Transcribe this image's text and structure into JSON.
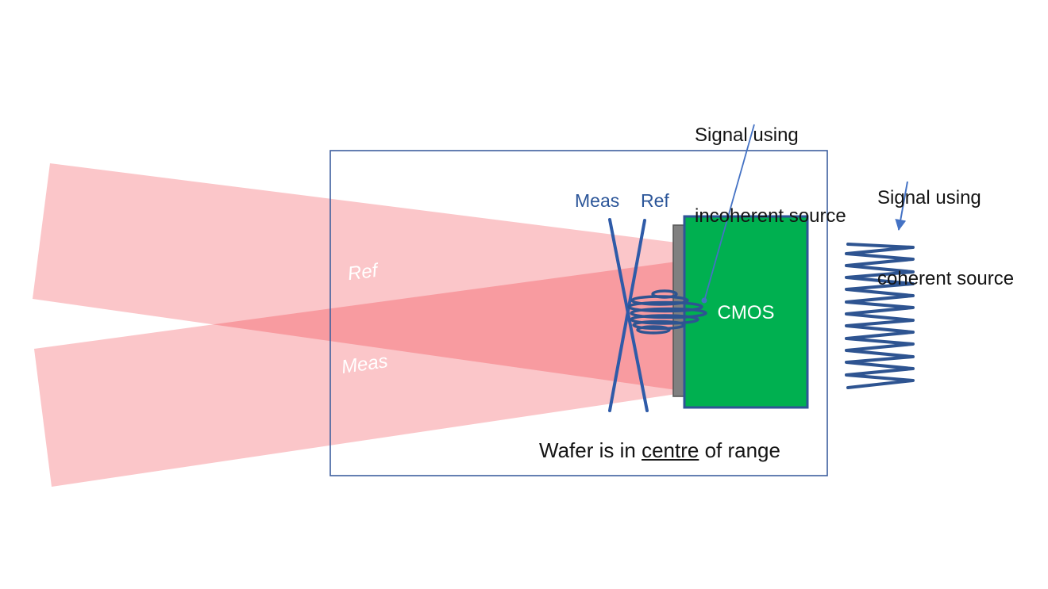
{
  "diagram": {
    "title_caption": {
      "prefix": "Wafer is in ",
      "underlined": "centre",
      "suffix": " of range"
    },
    "annotations": {
      "incoherent_line1": "Signal using",
      "incoherent_line2": "incoherent source",
      "coherent_line1": "Signal using",
      "coherent_line2": "coherent source"
    },
    "beams": {
      "upper_label": "Ref",
      "lower_label": "Meas"
    },
    "focus_lines": {
      "left_label": "Meas",
      "right_label": "Ref"
    },
    "sensor_label": "CMOS",
    "colors": {
      "beam_red": "#EF1B27",
      "beam_light_pink": "#FBC6C9",
      "beam_overlap_pink": "#F79BA0",
      "dark_blue_stroke": "#2E5491",
      "x_line_blue": "#2F5BA8",
      "leader_blue": "#4472C4",
      "box_border_blue": "#3E5F9E",
      "cmos_green": "#00B050",
      "cmos_border": "#2F5597",
      "wafer_gray": "#808080",
      "wafer_gray_border": "#595959",
      "text_black": "#141414",
      "blue_label_text": "#2C5699",
      "white_label_text": "#FFFFFF"
    }
  }
}
